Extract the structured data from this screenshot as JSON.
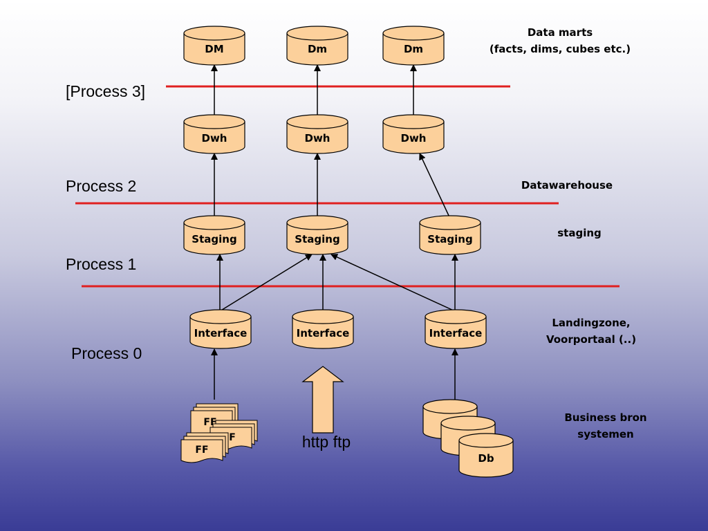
{
  "diagram": {
    "processes": [
      "[Process 3]",
      "Process 2",
      "Process 1",
      "Process 0"
    ],
    "cylinders": {
      "dm": [
        "DM",
        "Dm",
        "Dm"
      ],
      "dwh": [
        "Dwh",
        "Dwh",
        "Dwh"
      ],
      "staging": [
        "Staging",
        "Staging",
        "Staging"
      ],
      "interface": [
        "Interface",
        "Interface",
        "Interface"
      ],
      "db": "Db"
    },
    "side_labels": {
      "data_marts": [
        "Data marts",
        "(facts, dims, cubes etc.)"
      ],
      "datawarehouse": "Datawarehouse",
      "staging": "staging",
      "landingzone": [
        "Landingzone,",
        "Voorportaal (..)"
      ],
      "business": [
        "Business bron",
        "systemen"
      ]
    },
    "flat_files": [
      "FF",
      "F",
      "FF"
    ],
    "transfer_label": "http ftp",
    "colors": {
      "cylinder_fill": "#fcd09b",
      "cylinder_stroke": "#000000",
      "divider": "#e02020",
      "arrow": "#000000",
      "transfer_arrow_fill": "#fccf9b"
    }
  }
}
